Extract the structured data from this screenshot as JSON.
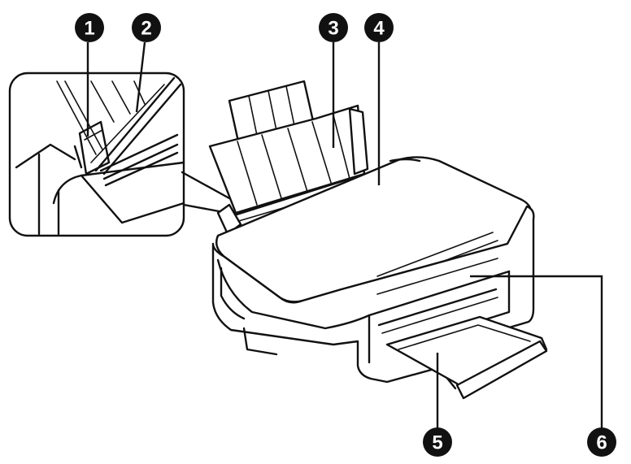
{
  "callouts": [
    {
      "id": "1",
      "label": "1"
    },
    {
      "id": "2",
      "label": "2"
    },
    {
      "id": "3",
      "label": "3"
    },
    {
      "id": "4",
      "label": "4"
    },
    {
      "id": "5",
      "label": "5"
    },
    {
      "id": "6",
      "label": "6"
    }
  ],
  "colors": {
    "line": "#111111",
    "background": "#ffffff",
    "badge": "#111111"
  }
}
